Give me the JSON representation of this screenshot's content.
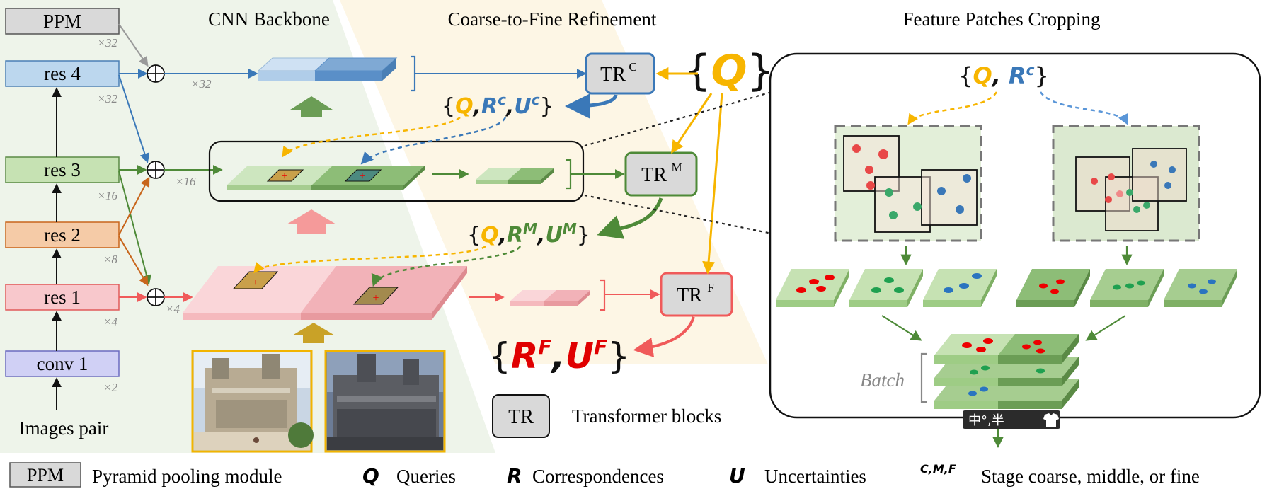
{
  "titles": {
    "cnn_backbone": "CNN Backbone",
    "refinement": "Coarse-to-Fine Refinement",
    "cropping": "Feature Patches Cropping"
  },
  "backbone": {
    "layers": [
      {
        "label": "PPM",
        "scale": "×32",
        "color": "#d9d9d9"
      },
      {
        "label": "res 4",
        "scale": "×32",
        "color": "#bcd7ee"
      },
      {
        "label": "res 3",
        "scale": "×16",
        "color": "#c6e2b3"
      },
      {
        "label": "res 2",
        "scale": "×8",
        "color": "#f5cba7"
      },
      {
        "label": "res 1",
        "scale": "×4",
        "color": "#f8c8cc"
      },
      {
        "label": "conv 1",
        "scale": "×2",
        "color": "#d0d0f5"
      }
    ],
    "input_label": "Images pair",
    "fusion_scales": [
      "×32",
      "×16",
      "×4"
    ]
  },
  "transformers": {
    "coarse": {
      "base": "TR",
      "sup": "C"
    },
    "middle": {
      "base": "TR",
      "sup": "M"
    },
    "fine": {
      "base": "TR",
      "sup": "F"
    }
  },
  "sets": {
    "queries": "{Q}",
    "coarse_out": {
      "q": "Q",
      "r": "R",
      "u": "U",
      "sup": "c"
    },
    "middle_out": {
      "q": "Q",
      "r": "R",
      "u": "U",
      "sup": "M"
    },
    "fine_out": {
      "r": "R",
      "u": "U",
      "sup": "F"
    },
    "crop_in": {
      "q": "Q",
      "r": "R",
      "sup": "c"
    }
  },
  "batch_label": "Batch",
  "ime_toolbar": "中°,半",
  "tr_legend": {
    "box": "TR",
    "label": "Transformer blocks"
  },
  "legend": [
    {
      "symbol": "PPM",
      "label": "Pyramid pooling module"
    },
    {
      "symbol": "Q",
      "label": "Queries"
    },
    {
      "symbol": "R",
      "label": "Correspondences"
    },
    {
      "symbol": "U",
      "label": "Uncertainties"
    },
    {
      "symbol": "C,M,F",
      "label": "Stage coarse, middle, or fine"
    }
  ],
  "colors": {
    "blue": "#3a78b8",
    "green": "#4e8a38",
    "orange": "#c8651b",
    "red": "#f05a5a",
    "yellow": "#f7b500",
    "gray": "#9a9a9a"
  }
}
